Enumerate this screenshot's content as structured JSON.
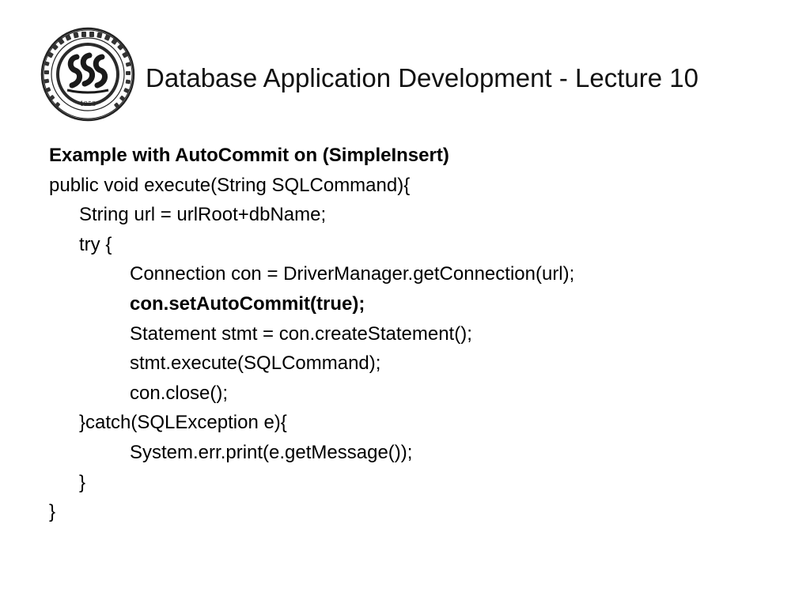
{
  "slide": {
    "title": "Database Application Development - Lecture 10",
    "logo": {
      "icon": "college-seal-icon",
      "year": "1953"
    },
    "lines": [
      {
        "text": "Example with AutoCommit on (SimpleInsert)",
        "indent": 0,
        "bold": true
      },
      {
        "text": "public void execute(String SQLCommand){",
        "indent": 0,
        "bold": false
      },
      {
        "text": "String url = urlRoot+dbName;",
        "indent": 1,
        "bold": false
      },
      {
        "text": "try {",
        "indent": 1,
        "bold": false
      },
      {
        "text": "Connection con = DriverManager.getConnection(url);",
        "indent": 2,
        "bold": false
      },
      {
        "text": "con.setAutoCommit(true);",
        "indent": 2,
        "bold": true
      },
      {
        "text": "Statement stmt = con.createStatement();",
        "indent": 2,
        "bold": false
      },
      {
        "text": "stmt.execute(SQLCommand);",
        "indent": 2,
        "bold": false
      },
      {
        "text": "con.close();",
        "indent": 2,
        "bold": false
      },
      {
        "text": "}catch(SQLException e){",
        "indent": 1,
        "bold": false
      },
      {
        "text": "System.err.print(e.getMessage());",
        "indent": 2,
        "bold": false
      },
      {
        "text": "}",
        "indent": 1,
        "bold": false
      },
      {
        "text": "}",
        "indent": 0,
        "bold": false
      }
    ]
  }
}
